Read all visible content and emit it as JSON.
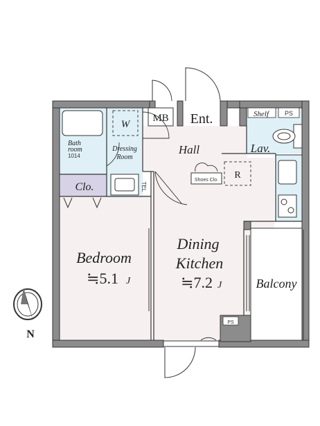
{
  "plan": {
    "rooms": {
      "mb": "MB",
      "entrance": "Ent.",
      "shelf": "Shelf",
      "ps_top": "PS",
      "lavatory": "Lav.",
      "washer": "W",
      "bathroom_line1": "Bath",
      "bathroom_line2": "room",
      "bathroom_size": "1014",
      "dressing_line1": "Dressing",
      "dressing_line2": "Room",
      "hall": "Hall",
      "shoes_closet": "Shoes Clo.",
      "refrigerator": "R",
      "closet": "Clo.",
      "tel": "TEL",
      "bedroom_name": "Bedroom",
      "bedroom_size": "≒5.1",
      "bedroom_unit": "J",
      "dining_line1": "Dining",
      "dining_line2": "Kitchen",
      "dining_size": "≒7.2",
      "dining_unit": "J",
      "balcony": "Balcony",
      "ps_bottom": "PS"
    },
    "compass": {
      "label": "N"
    },
    "colors": {
      "wall": "#8c8c8c",
      "wet_area": "#dff0f7",
      "closet": "#d7d2e6",
      "living_floor": "#f7f0f0",
      "line": "#333333"
    }
  }
}
